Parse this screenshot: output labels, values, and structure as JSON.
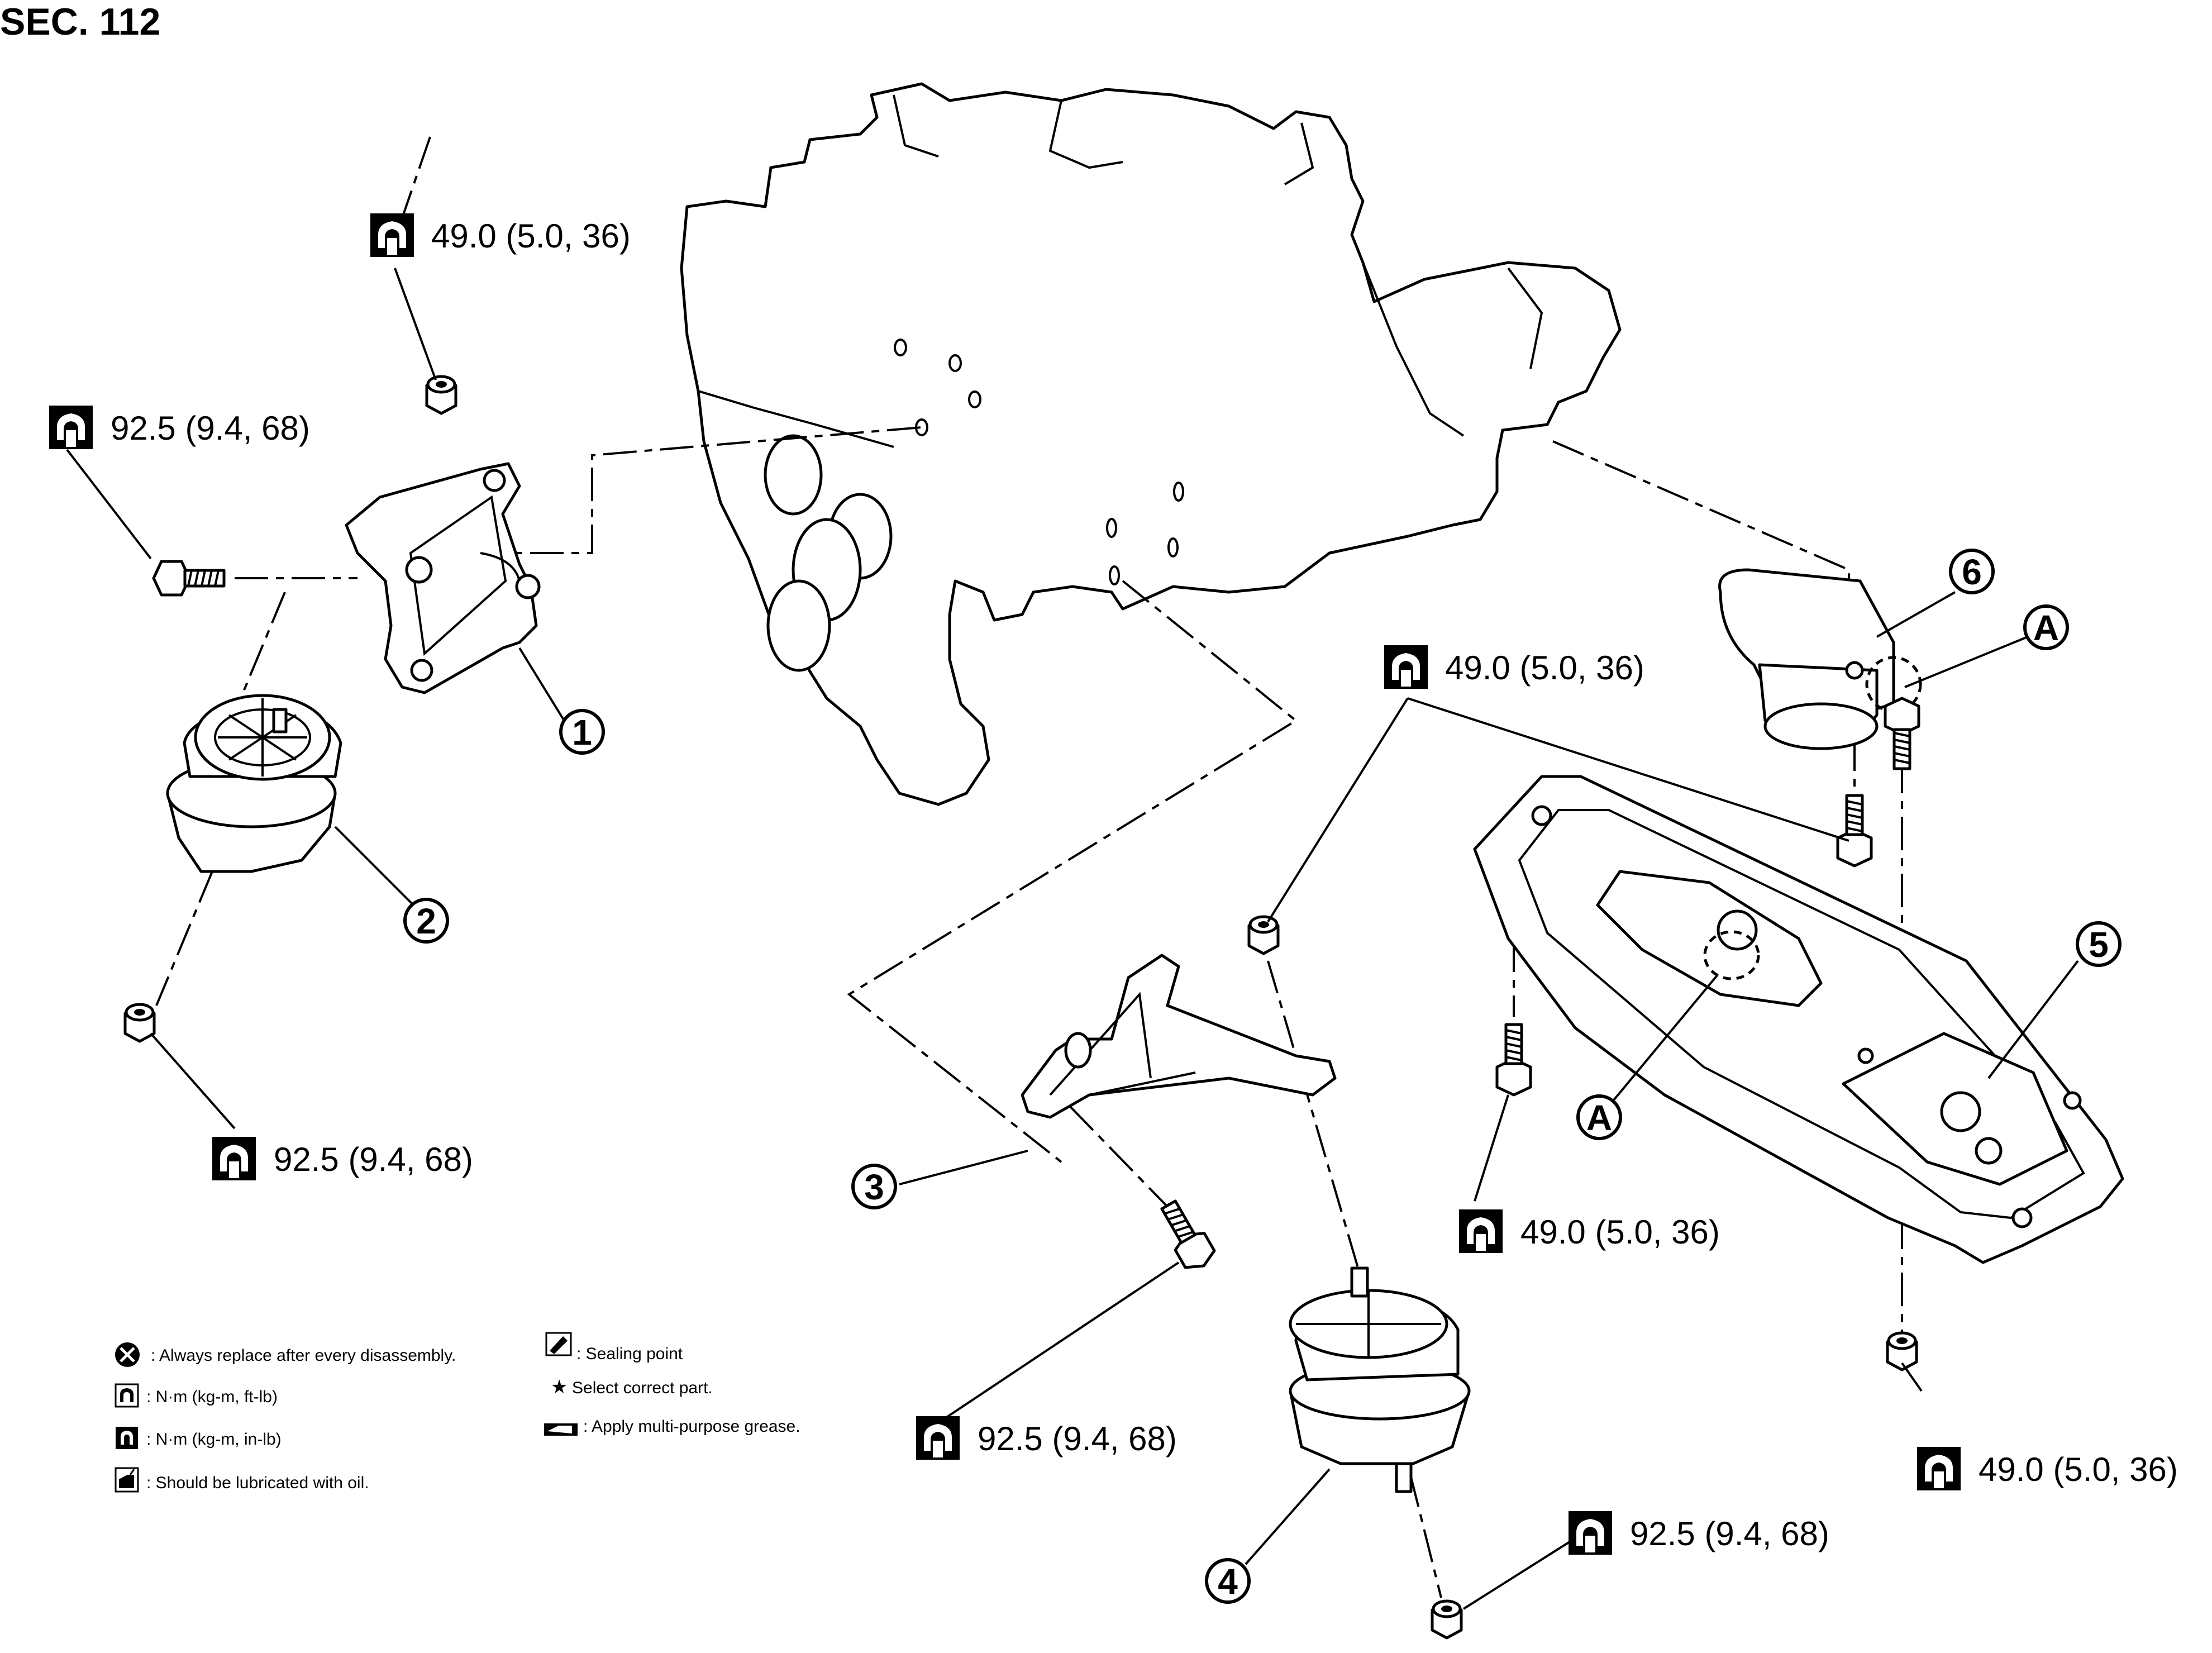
{
  "section_title": "SEC. 112",
  "callouts": [
    "1",
    "2",
    "3",
    "4",
    "5",
    "6",
    "A",
    "A"
  ],
  "torque_specs": [
    "49.0 (5.0, 36)",
    "92.5 (9.4, 68)",
    "92.5 (9.4, 68)",
    "49.0 (5.0, 36)",
    "92.5 (9.4, 68)",
    "49.0 (5.0, 36)",
    "92.5 (9.4, 68)",
    "49.0 (5.0, 36)"
  ],
  "legend": {
    "left": [
      {
        "icon": "replace-icon",
        "text": ": Always replace after every disassembly."
      },
      {
        "icon": "torque-wrench-icon",
        "text": ": N·m (kg-m, ft-lb)"
      },
      {
        "icon": "torque-wrench-inlb-icon",
        "text": ": N·m (kg-m, in-lb)"
      },
      {
        "icon": "oil-can-icon",
        "text": ": Should be lubricated with oil."
      }
    ],
    "right": [
      {
        "icon": "sealing-point-icon",
        "text": ": Sealing point"
      },
      {
        "icon": "star-icon",
        "text": "Select correct part."
      },
      {
        "icon": "grease-icon",
        "text": ": Apply multi-purpose grease."
      }
    ]
  }
}
